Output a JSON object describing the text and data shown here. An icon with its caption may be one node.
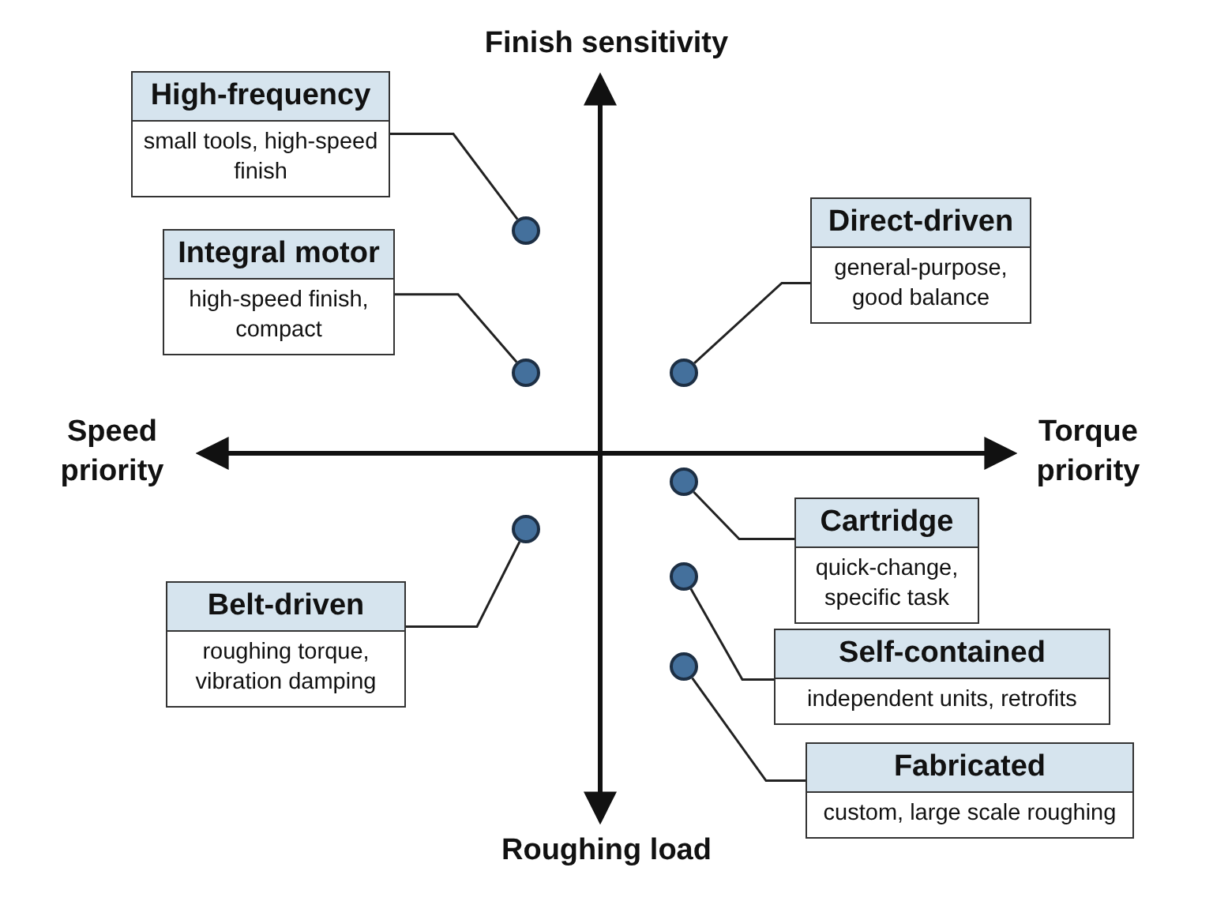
{
  "diagram": {
    "nodes": [
      {
        "text": [
          "High-frequency",
          "small tools, high-speed finish"
        ]
      },
      {
        "text": [
          "Direct-driven",
          "general-purpose, good balance"
        ]
      },
      {
        "text": [],
        "shape": "circle"
      },
      {
        "text": [
          "Integral motor",
          "high-speed finish, compact"
        ]
      },
      {
        "text": [],
        "shape": "circle"
      },
      {
        "text": [],
        "shape": "circle"
      },
      {
        "text": [],
        "shape": "circle"
      },
      {
        "text": [
          "Cartridge",
          "quick-change, specific task"
        ]
      },
      {
        "text": [],
        "shape": "circle"
      },
      {
        "text": [],
        "shape": "circle"
      },
      {
        "text": [
          "Belt-driven",
          "roughing torque, vibration damping"
        ]
      },
      {
        "text": [
          "Self-contained",
          "independent units, retrofits"
        ]
      },
      {
        "text": [],
        "shape": "circle"
      },
      {
        "text": [
          "Fabricated",
          "custom, large scale roughing"
        ]
      }
    ],
    "edges": [
      {
        "from": 0,
        "to": 2,
        "arrow": "none"
      },
      {
        "from": 1,
        "to": 5,
        "arrow": "none"
      },
      {
        "from": 3,
        "to": 4,
        "arrow": "none"
      },
      {
        "from": 7,
        "to": 6,
        "arrow": "none"
      },
      {
        "from": 10,
        "to": 8,
        "arrow": "none"
      },
      {
        "from": 11,
        "to": 9,
        "arrow": "none"
      },
      {
        "from": 13,
        "to": 12,
        "arrow": "none"
      }
    ],
    "labels": [
      "Finish sensitivity",
      "Speed priority",
      "Torque priority",
      "Roughing load"
    ]
  }
}
